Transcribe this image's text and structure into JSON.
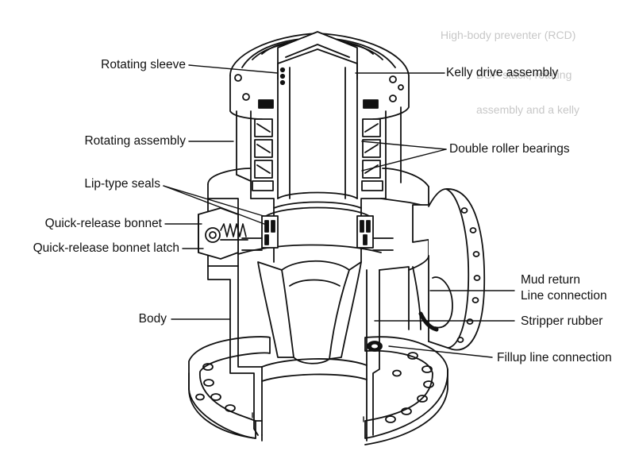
{
  "labels": {
    "rotating_sleeve": "Rotating sleeve",
    "kelly_drive_assembly": "Kelly drive assembly",
    "rotating_assembly": "Rotating assembly",
    "double_roller_bearings": "Double roller bearings",
    "lip_type_seals": "Lip-type seals",
    "quick_release_bonnet": "Quick-release bonnet",
    "quick_release_bonnet_latch": "Quick-release bonnet latch",
    "mud_return_line1": "Mud return",
    "mud_return_line2": "Line connection",
    "body": "Body",
    "stripper_rubber": "Stripper rubber",
    "fillup_line_connection": "Fillup line connection"
  },
  "bleed_through": {
    "line1": "High-body preventer (RCD)",
    "line2": "BOP stack, rotating",
    "line3": "assembly and a kelly"
  },
  "colors": {
    "ink": "#111111",
    "paper": "#ffffff",
    "shade": "#3a3a3a"
  }
}
